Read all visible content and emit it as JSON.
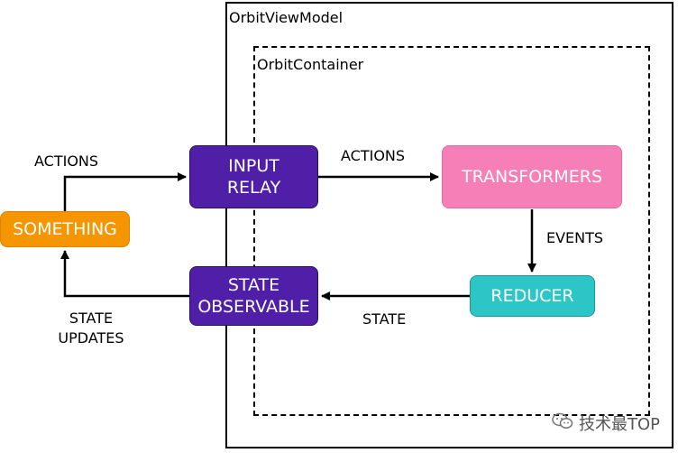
{
  "frames": {
    "outer_title": "OrbitViewModel",
    "inner_title": "OrbitContainer"
  },
  "nodes": {
    "something": {
      "label": "SOMETHING",
      "color": "#f59500"
    },
    "input_relay": {
      "line1": "INPUT",
      "line2": "RELAY",
      "color": "#4f1fa8"
    },
    "transformers": {
      "label": "TRANSFORMERS",
      "color": "#f77fb8"
    },
    "reducer": {
      "label": "REDUCER",
      "color": "#2cc6c6"
    },
    "state_observable": {
      "line1": "STATE",
      "line2": "OBSERVABLE",
      "color": "#4f1fa8"
    }
  },
  "edges": {
    "actions_in": "ACTIONS",
    "actions_out": "ACTIONS",
    "events": "EVENTS",
    "state": "STATE",
    "state_updates_line1": "STATE",
    "state_updates_line2": "UPDATES"
  },
  "watermark": {
    "text": "技术最TOP",
    "icon": "wechat-icon"
  }
}
